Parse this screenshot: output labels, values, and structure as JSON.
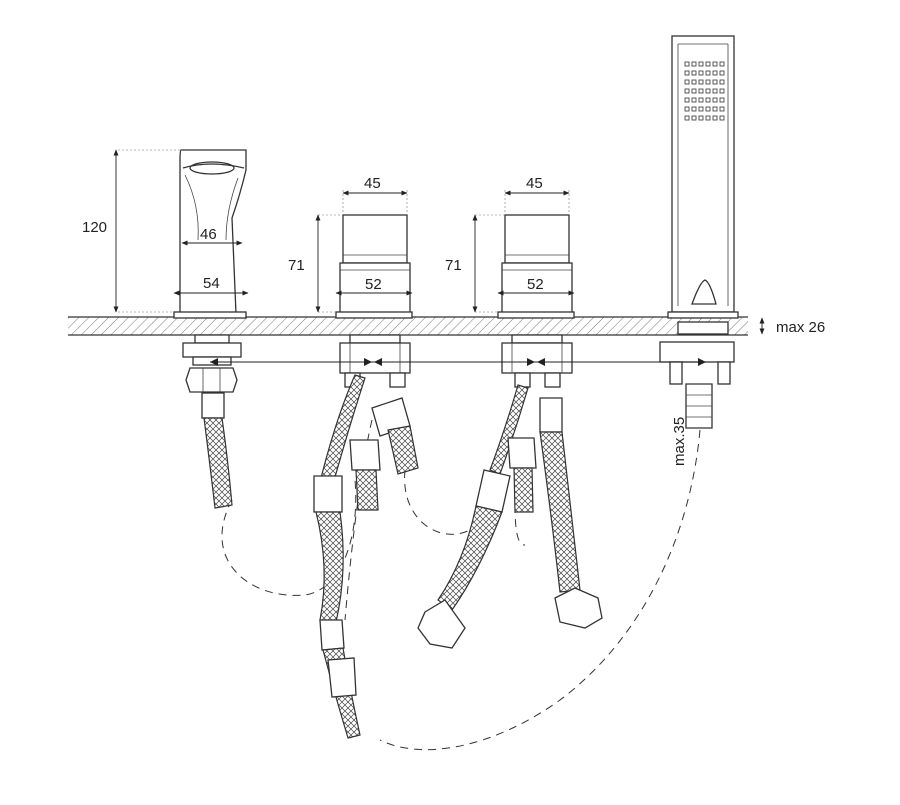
{
  "dimensions": {
    "spout_height": "120",
    "spout_width_top": "46",
    "spout_width_base": "54",
    "handle_left_top": "45",
    "handle_left_height": "71",
    "handle_left_base": "52",
    "handle_right_top": "45",
    "handle_right_height": "71",
    "handle_right_base": "52",
    "deck_thickness": "max 26",
    "hose_length": "max.35"
  },
  "components": [
    "spout",
    "mixer-handle-left",
    "mixer-handle-right",
    "hand-shower"
  ],
  "colors": {
    "line": "#333333",
    "background": "#ffffff",
    "deck_hatch": "#555555"
  }
}
